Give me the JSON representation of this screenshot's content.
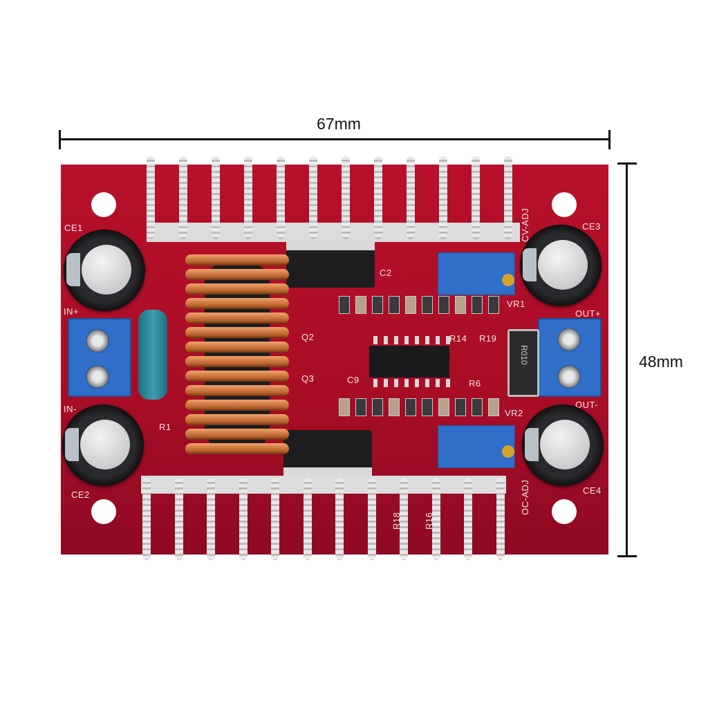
{
  "dimensions": {
    "width_label": "67mm",
    "height_label": "48mm"
  },
  "board": {
    "color": "#b0102a",
    "silkscreen": {
      "ce1": "CE1",
      "ce2": "CE2",
      "ce3": "CE3",
      "ce4": "CE4",
      "in_plus": "IN+",
      "in_minus": "IN-",
      "out_plus": "OUT+",
      "out_minus": "OUT-",
      "r1": "R1",
      "c2": "C2",
      "vr1": "VR1",
      "vr2": "VR2",
      "q2": "Q2",
      "q3": "Q3",
      "c9": "C9",
      "r14": "R14",
      "r19": "R19",
      "r6": "R6",
      "r18": "R18",
      "r16": "R16",
      "cv_adj": "CV-ADJ",
      "oc_adj": "OC-ADJ"
    },
    "shunt_marking": "R010"
  }
}
